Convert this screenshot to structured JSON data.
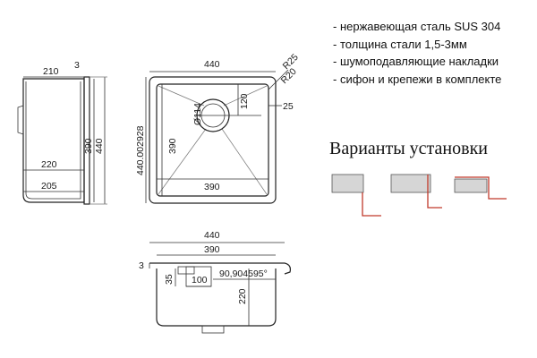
{
  "features": [
    "- нержавеющая сталь SUS 304",
    "- толщина стали 1,5-3мм",
    "- шумоподавляющие накладки",
    "- сифон и крепежи в комплекте"
  ],
  "install_title": "Варианты установки",
  "side_view": {
    "dim_top": "210",
    "dim_step": "3",
    "dim_390": "390",
    "dim_440": "440",
    "dim_220": "220",
    "dim_205": "205"
  },
  "top_view": {
    "dim_width": "440",
    "dim_r25": "R25",
    "dim_r20": "R20",
    "dim_height_outer": "440.002928",
    "dim_height_inner": "390",
    "dim_120": "120",
    "dim_drain": "Ø114",
    "dim_25": "25",
    "dim_bottom": "390"
  },
  "front_view": {
    "dim_440": "440",
    "dim_390": "390",
    "dim_3": "3",
    "dim_35": "35",
    "dim_100": "100",
    "dim_90": "90,904595°",
    "dim_220": "220"
  }
}
